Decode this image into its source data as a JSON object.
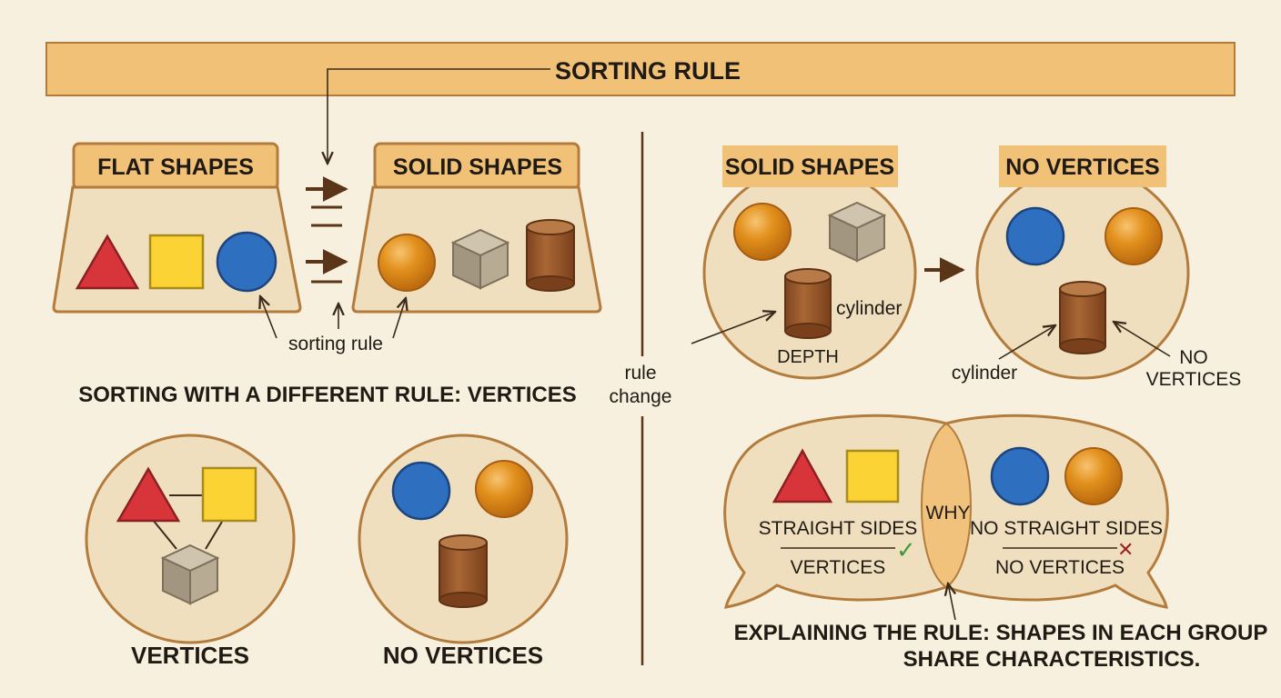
{
  "banner": {
    "title": "SORTING RULE"
  },
  "left_top": {
    "flat_header": "FLAT SHAPES",
    "solid_header": "SOLID SHAPES",
    "caption": "sorting rule"
  },
  "left_bottom": {
    "heading": "SORTING WITH A DIFFERENT RULE: VERTICES",
    "vertices_label": "VERTICES",
    "no_vertices_label": "NO VERTICES"
  },
  "divider": {
    "line1": "rule",
    "line2": "change"
  },
  "right_top": {
    "solid_header": "SOLID SHAPES",
    "no_vertices_header": "NO VERTICES",
    "cylinder_label": "cylinder",
    "depth_label": "DEPTH",
    "cylinder_label_2": "cylinder",
    "no_vertices_line1": "NO",
    "no_vertices_line2": "VERTICES"
  },
  "venn": {
    "left_top_text": "STRAIGHT SIDES",
    "left_bottom_text": "VERTICES",
    "center_text": "WHY",
    "right_top_text": "NO STRAIGHT SIDES",
    "right_bottom_text": "NO VERTICES",
    "check_mark": "✓",
    "cross_mark": "✕"
  },
  "footer": {
    "line1": "EXPLAINING THE RULE: SHAPES IN EACH GROUP",
    "line2": "SHARE CHARACTERISTICS."
  },
  "colors": {
    "background": "#f8f0df",
    "banner": "#f1c178",
    "panel": "#efdfbe",
    "outline": "#b47c3c",
    "triangle": "#d8353a",
    "square": "#fbd334",
    "circle": "#2f6fc0",
    "sphere": "#e2901c",
    "cube": "#b3a48c",
    "cylinder": "#9a5a2a",
    "arrow": "#5a3518"
  }
}
